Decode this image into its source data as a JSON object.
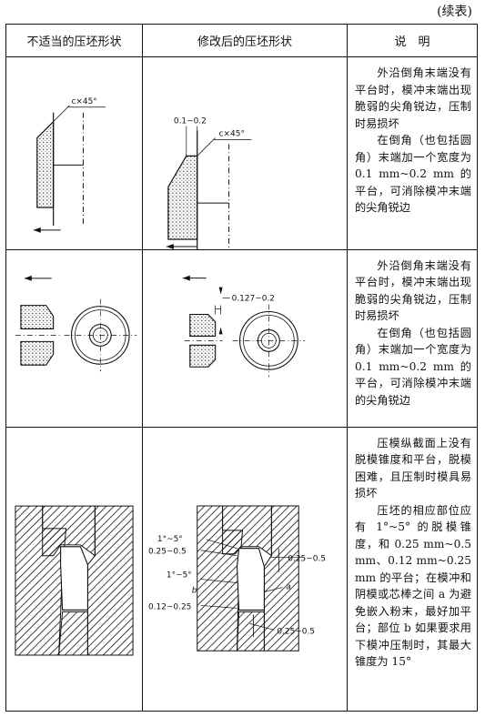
{
  "continued": "(续表)",
  "headers": {
    "col1": "不适当的压坯形状",
    "col2": "修改后的压坯形状",
    "col3": "说　明"
  },
  "rows": [
    {
      "labels_bad": {
        "chamfer": "c×45°"
      },
      "labels_good": {
        "flat": "0.1~0.2",
        "chamfer": "c×45°"
      },
      "desc": [
        "外沿倒角末端没有平台时，模冲末端出现脆弱的尖角锐边，压制时易损坏",
        "在倒角（也包括圆角）末端加一个宽度为 0.1 mm~0.2 mm 的平台，可消除模冲末端的尖角锐边"
      ]
    },
    {
      "labels_good": {
        "flat": "0.127~0.2"
      },
      "desc": [
        "外沿倒角末端没有平台时，模冲末端出现脆弱的尖角锐边，压制时易损坏",
        "在倒角（也包括圆角）末端加一个宽度为 0.1 mm~0.2 mm 的平台，可消除模冲末端的尖角锐边"
      ]
    },
    {
      "labels_good": {
        "angle1": "1°~5°",
        "flat1": "0.25~0.5",
        "angle2": "1°~5°",
        "b": "b",
        "flat2": "0.12~0.25",
        "right1": "0.25~0.5",
        "a": "a",
        "right2": "0.25~0.5"
      },
      "desc": [
        "压模纵截面上没有脱模锥度和平台，脱模困难，且压制时模具易损坏",
        "压坯的相应部位应有 1°~5° 的脱模锥度，和 0.25 mm~0.5 mm、0.12 mm~0.25 mm 的平台；在模冲和阴模或芯棒之间 a 为避免嵌入粉末，最好加平台；部位 b 如果要求用下模冲压制时，其最大锥度为 15°"
      ]
    }
  ]
}
